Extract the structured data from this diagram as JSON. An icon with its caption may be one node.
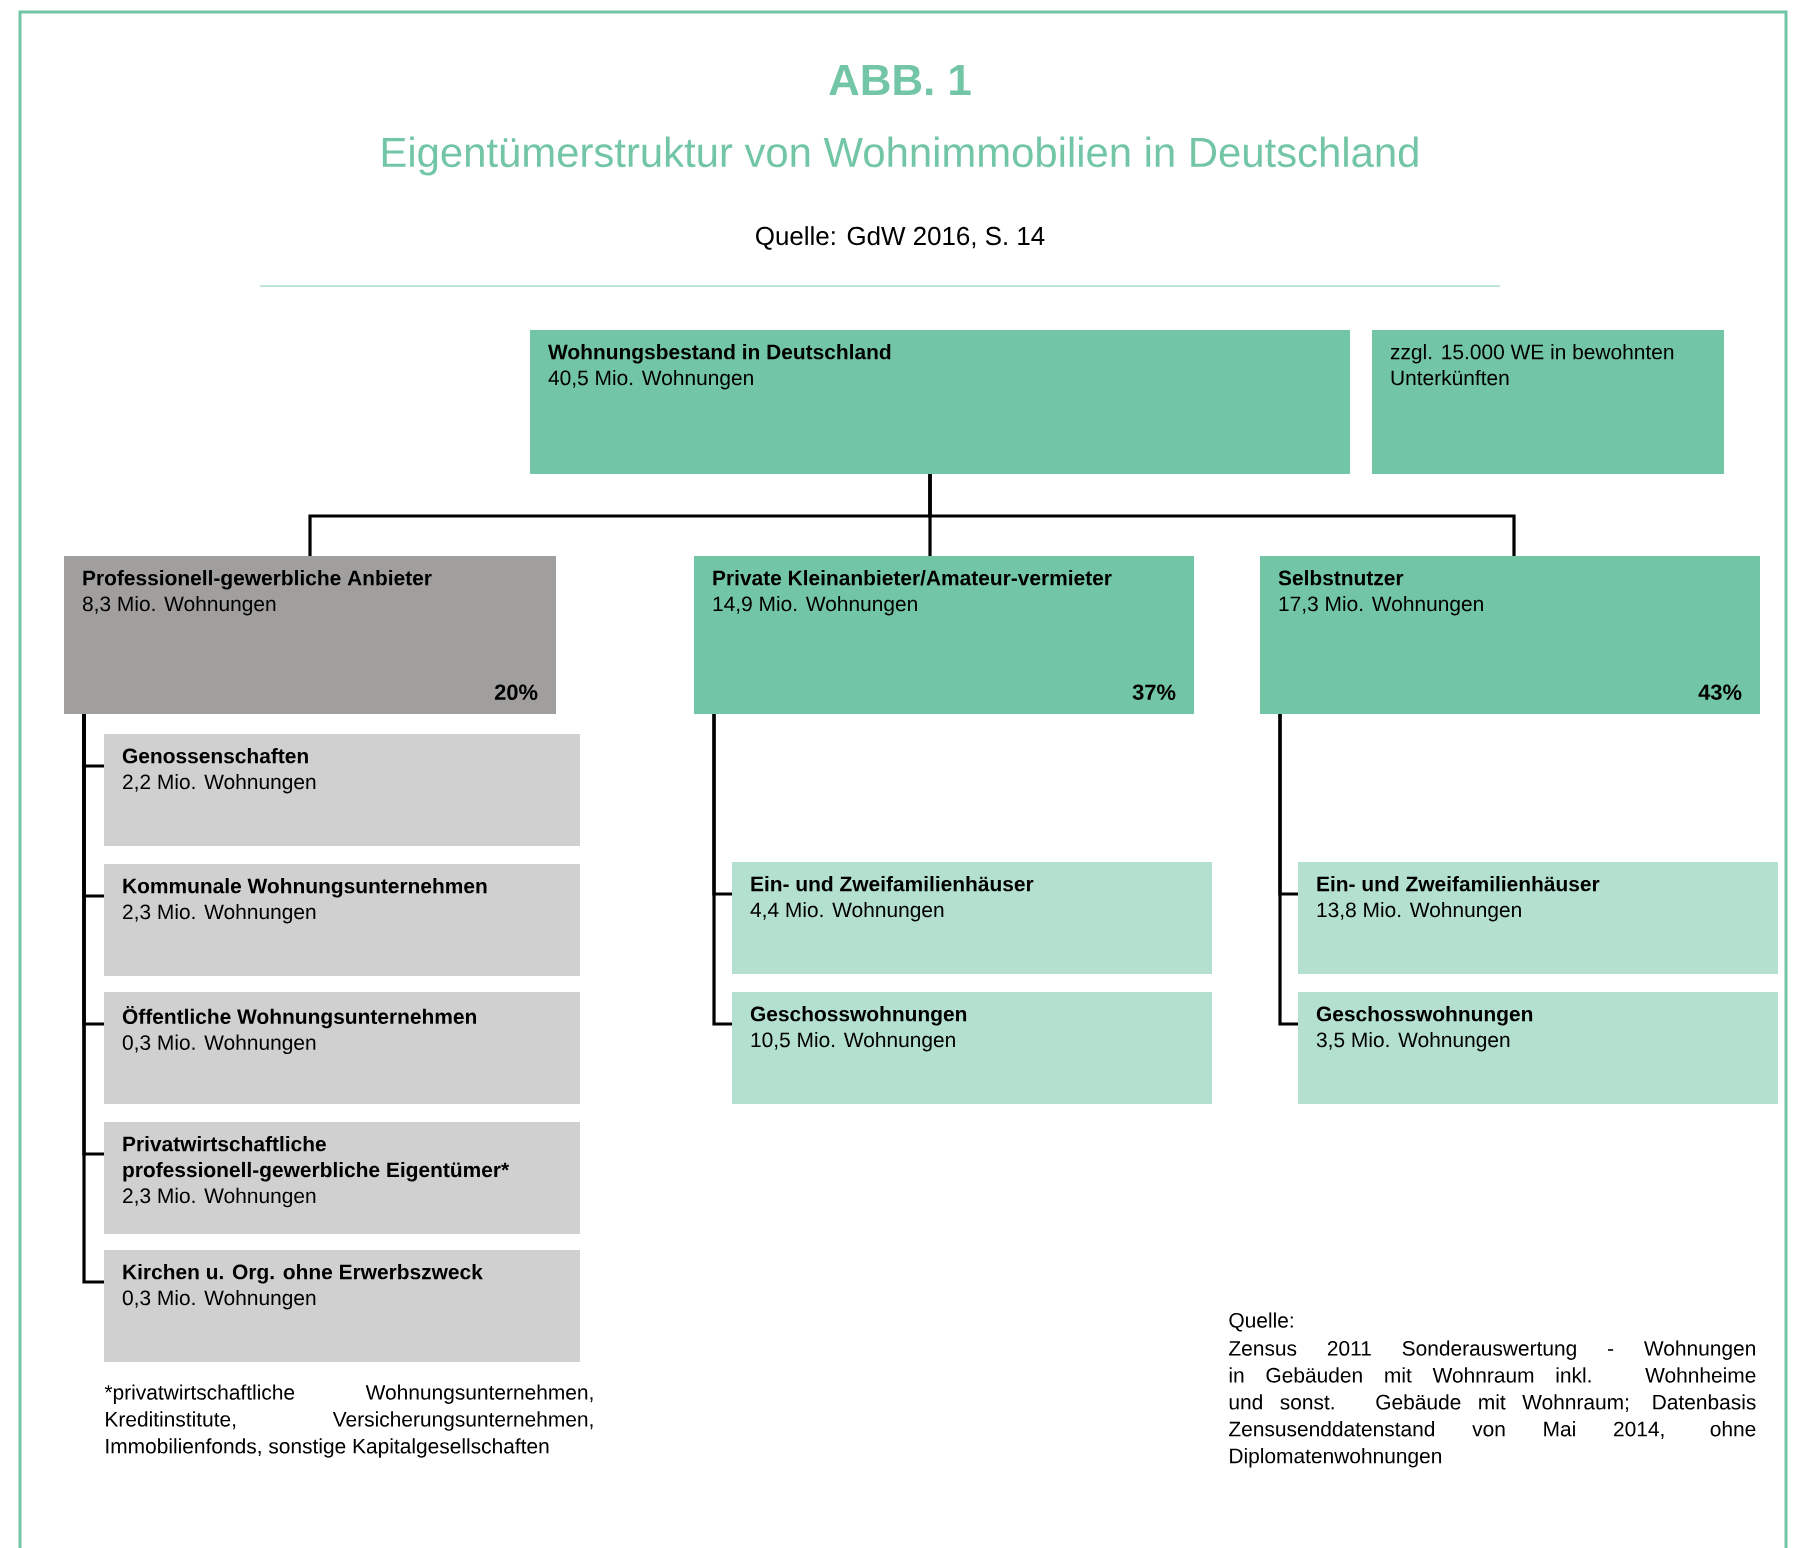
{
  "diagram": {
    "title": "Eigentümerstruktur von Wohnimmobilien in Deutschland",
    "nodes": [
      {
        "text": [
          "Wohnungsbestand in Deutschland",
          "40,5 Mio. Wohnungen"
        ]
      },
      {
        "text": [
          "zzgl. 15.000 WE in bewohnten Unterkünften"
        ]
      },
      {
        "text": [
          "Professionell-gewerbliche Anbieter",
          "8,3 Mio. Wohnungen",
          "20%"
        ]
      },
      {
        "text": [
          "Private Kleinanbieter/Amateur-vermieter",
          "14,9 Mio. Wohnungen",
          "37%"
        ]
      },
      {
        "text": [
          "Selbstnutzer",
          "17,3 Mio. Wohnungen",
          "43%"
        ]
      },
      {
        "text": [
          "Genossenschaften",
          "2,2 Mio. Wohnungen"
        ]
      },
      {
        "text": [
          "Kommunale Wohnungsunternehmen",
          "2,3 Mio. Wohnungen"
        ]
      },
      {
        "text": [
          "Öffentliche Wohnungsunternehmen",
          "0,3 Mio. Wohnungen"
        ]
      },
      {
        "text": [
          "Privatwirtschaftliche professionell-gewerbliche Eigentümer*",
          "2,3 Mio. Wohnungen"
        ]
      },
      {
        "text": [
          "Kirchen u. Org. ohne Erwerbszweck",
          "0,3 Mio. Wohnungen"
        ]
      },
      {
        "text": [
          "Ein- und Zweifamilienhäuser",
          "4,4 Mio. Wohnungen"
        ]
      },
      {
        "text": [
          "Geschosswohnungen",
          "10,5 Mio. Wohnungen"
        ]
      },
      {
        "text": [
          "Ein- und Zweifamilienhäuser",
          "13,8 Mio. Wohnungen"
        ]
      },
      {
        "text": [
          "Geschosswohnungen",
          "3,5 Mio. Wohnungen"
        ]
      }
    ],
    "edges": [
      {
        "from": 0,
        "to": 2,
        "arrow": "none"
      },
      {
        "from": 0,
        "to": 3,
        "arrow": "none"
      },
      {
        "from": 0,
        "to": 4,
        "arrow": "none"
      },
      {
        "from": 2,
        "to": 5,
        "arrow": "none"
      },
      {
        "from": 2,
        "to": 6,
        "arrow": "none"
      },
      {
        "from": 2,
        "to": 7,
        "arrow": "none"
      },
      {
        "from": 2,
        "to": 8,
        "arrow": "none"
      },
      {
        "from": 2,
        "to": 9,
        "arrow": "none"
      },
      {
        "from": 3,
        "to": 10,
        "arrow": "none"
      },
      {
        "from": 3,
        "to": 11,
        "arrow": "none"
      },
      {
        "from": 4,
        "to": 12,
        "arrow": "none"
      },
      {
        "from": 4,
        "to": 13,
        "arrow": "none"
      }
    ],
    "labels": [
      "ABB. 1",
      "Quelle: GdW 2016, S. 14",
      "*privatwirtschaftliche Wohnungsunternehmen, Kreditinstitute, Versicherungsunternehmen, Immobilienfonds, sonstige Kapitalgesellschaften",
      "Quelle:",
      "Zensus 2011 Sonderauswertung - Wohnungen in Gebäuden mit Wohnraum inkl. Wohnheime und sonst. Gebäude mit Wohnraum; Datenbasis Zensusenddatenstand von Mai 2014, ohne Diplomatenwohnungen"
    ]
  }
}
